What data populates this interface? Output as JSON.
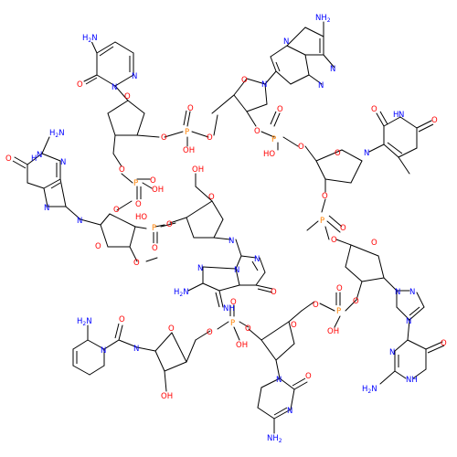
{
  "colors": {
    "background": "#ffffff",
    "carbon_bond": "#000000",
    "nitrogen": "#0000ff",
    "oxygen": "#ff0000",
    "phosphorus": "#ff8000"
  },
  "atom_labels": {
    "nh2": "NH",
    "nh2_sub": "2",
    "h2n": "H",
    "h2n_sub": "2",
    "h2n_n": "N",
    "n": "N",
    "nh": "NH",
    "hn": "HN",
    "h": "H",
    "o": "O",
    "oh": "OH",
    "ho": "HO",
    "p": "P"
  },
  "molecule": {
    "residues": [
      {
        "base": "cytosine"
      },
      {
        "base": "adenine"
      },
      {
        "base": "thymine"
      },
      {
        "base": "guanine"
      },
      {
        "base": "guanine"
      },
      {
        "base": "guanine"
      },
      {
        "base": "cytosine"
      },
      {
        "base": "cytosine"
      }
    ]
  }
}
